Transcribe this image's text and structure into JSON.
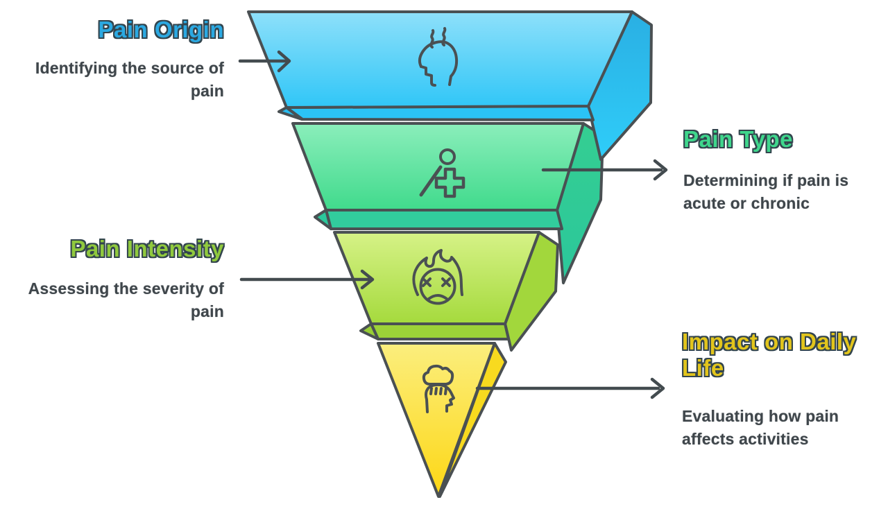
{
  "diagram": {
    "type": "funnel",
    "background": "#FFFFFF",
    "outline_color": "#4A5053",
    "levels": [
      {
        "title": "Pain Origin",
        "description": "Identifying the source of pain",
        "accent_color": "#2BA9E2",
        "face_top_color": "#8EE0FA",
        "face_bottom_color": "#30C6F7",
        "icon": "head-steam-icon",
        "label_side": "left"
      },
      {
        "title": "Pain Type",
        "description": "Determining if pain is acute or chronic",
        "accent_color": "#3FD68C",
        "face_top_color": "#8BEEBB",
        "face_bottom_color": "#40DA8C",
        "icon": "needle-cross-icon",
        "label_side": "right"
      },
      {
        "title": "Pain Intensity",
        "description": "Assessing the severity of pain",
        "accent_color": "#90C93E",
        "face_top_color": "#D6F287",
        "face_bottom_color": "#A5DA3D",
        "icon": "flame-pained-face-icon",
        "label_side": "left"
      },
      {
        "title": "Impact on Daily Life",
        "description": "Evaluating how pain affects activities",
        "accent_color": "#E2C51C",
        "face_top_color": "#FBEE7E",
        "face_bottom_color": "#FDD714",
        "icon": "rain-cloud-head-icon",
        "label_side": "right"
      }
    ]
  }
}
